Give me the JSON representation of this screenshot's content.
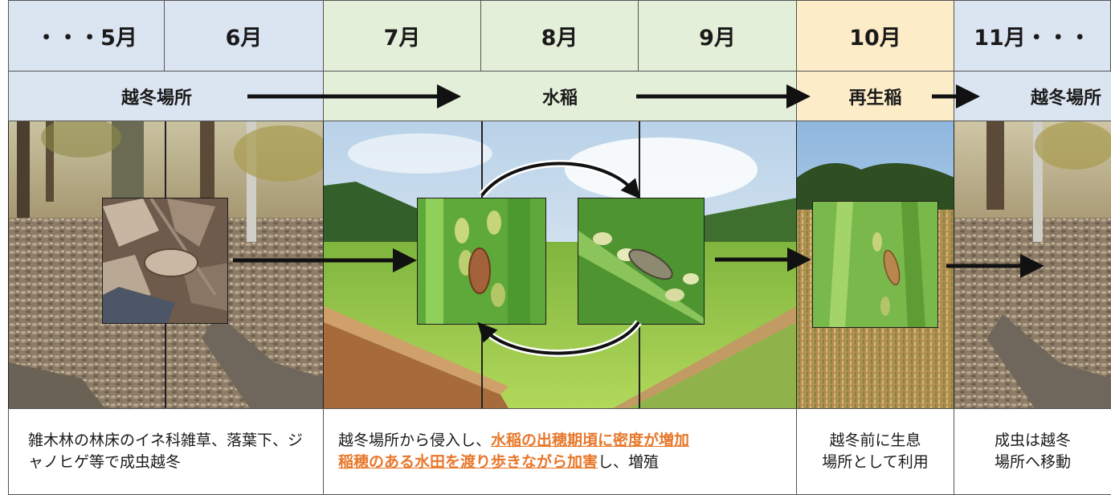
{
  "months": [
    "・・・5月",
    "6月",
    "7月",
    "8月",
    "9月",
    "10月",
    "11月・・・"
  ],
  "habitats": {
    "wintering_1": "越冬場所",
    "rice": "水稲",
    "ratoon": "再生稲",
    "wintering_2": "越冬場所"
  },
  "descriptions": {
    "winter": "雑木林の林床のイネ科雑草、落葉下、ジャノヒゲ等で成虫越冬",
    "summer": {
      "line1_prefix": "越冬場所から侵入し、",
      "line1_highlight": "水稲の出穂期頃に密度が増加",
      "line2_highlight": "稲穂のある水田を渡り歩きながら加害",
      "line2_suffix": "し、増殖"
    },
    "october": {
      "line1": "越冬前に生息",
      "line2": "場所として利用"
    },
    "november": {
      "line1": "成虫は越冬",
      "line2": "場所へ移動"
    }
  },
  "colors": {
    "winter_bg": "#dbe4f1",
    "rice_bg": "#e4efd9",
    "october_bg": "#fdecc8",
    "highlight": "#e8772a"
  }
}
